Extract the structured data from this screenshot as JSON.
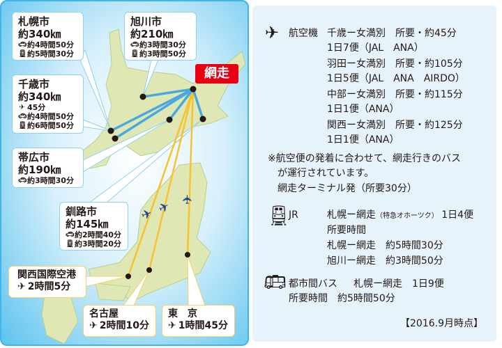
{
  "map": {
    "destination": "網走",
    "cities": [
      {
        "name": "札幌市",
        "distance": "約340㎞",
        "car": "約4時間50分",
        "train": "約5時間30分"
      },
      {
        "name": "旭川市",
        "distance": "約210㎞",
        "car": "約3時間30分",
        "train": "約3時間50分"
      },
      {
        "name": "千歳市",
        "distance": "約340㎞",
        "plane": "45分",
        "car": "約4時間50分",
        "train": "約6時間50分"
      },
      {
        "name": "帯広市",
        "distance": "約190㎞",
        "car": "約3時間30分"
      },
      {
        "name": "釧路市",
        "distance": "約145㎞",
        "car": "約2時間40分",
        "train": "約3時間20分"
      }
    ],
    "airports": [
      {
        "name": "関西国際空港",
        "time": "2時間5分"
      },
      {
        "name": "名古屋",
        "time": "2時間10分"
      },
      {
        "name": "東　京",
        "time": "1時間45分"
      }
    ],
    "colors": {
      "road": "#4aa8e0",
      "air": "#f7c22f",
      "label": "#e60012",
      "land": "#dfe8b4"
    }
  },
  "info": {
    "air": {
      "label": "航空機",
      "routes": [
        {
          "route": "千歳ー女満別　所要・約45分",
          "flights": "1日7便（JAL　ANA）"
        },
        {
          "route": "羽田ー女満別　所要・約105分",
          "flights": "1日5便（JAL　ANA　AIRDO）"
        },
        {
          "route": "中部ー女満別　所要・約115分",
          "flights": "1日1便（ANA）"
        },
        {
          "route": "関西ー女満別　所要・約125分",
          "flights": "1日1便（ANA）"
        }
      ],
      "note": [
        "※航空便の発着に合わせて、網走行きのバス",
        "が運行されています。",
        "網走ターミナル発（所要30分）"
      ]
    },
    "jr": {
      "label": "JR",
      "route": "札幌ー網走",
      "route_note": "（特急オホーツク）",
      "frequency": "1日4便",
      "time_label": "所要時間",
      "times": [
        "札幌ー網走　約5時間30分",
        "旭川ー網走　約3時間50分"
      ]
    },
    "bus": {
      "label": "都市間バス",
      "line1": "札幌ー網走　1日9便",
      "line2": "所要時間　約5時間50分"
    },
    "as_of": "【2016.9月時点】"
  }
}
